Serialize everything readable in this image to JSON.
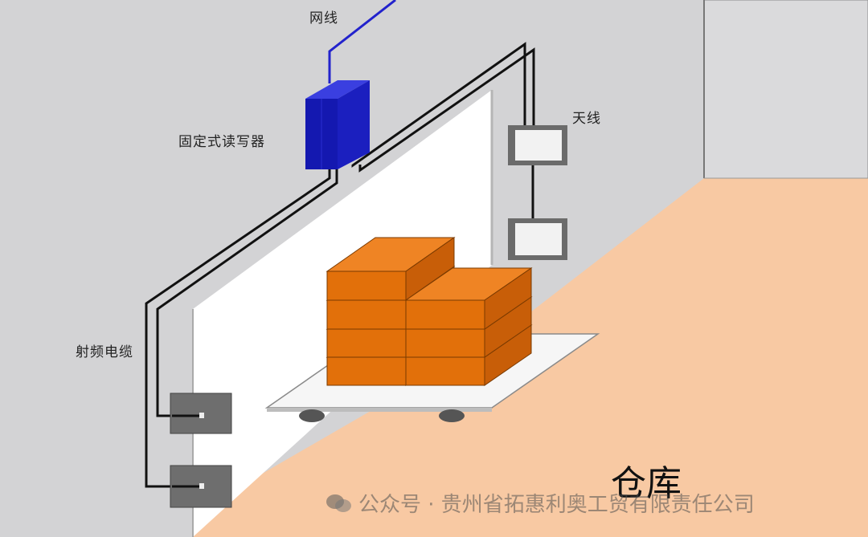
{
  "labels": {
    "network_cable": "网线",
    "fixed_reader": "固定式读写器",
    "antenna": "天线",
    "rf_cable": "射频电缆",
    "warehouse": "仓库"
  },
  "watermark": {
    "text": "公众号 · 贵州省拓惠利奥工贸有限责任公司"
  },
  "colors": {
    "wall": "#d3d3d5",
    "floor": "#f8c9a3",
    "reader": "#1b1fbf",
    "network_cable": "#2222cc",
    "box": "#e2700a",
    "box_top": "#ef8424",
    "box_side": "#c85e08"
  }
}
